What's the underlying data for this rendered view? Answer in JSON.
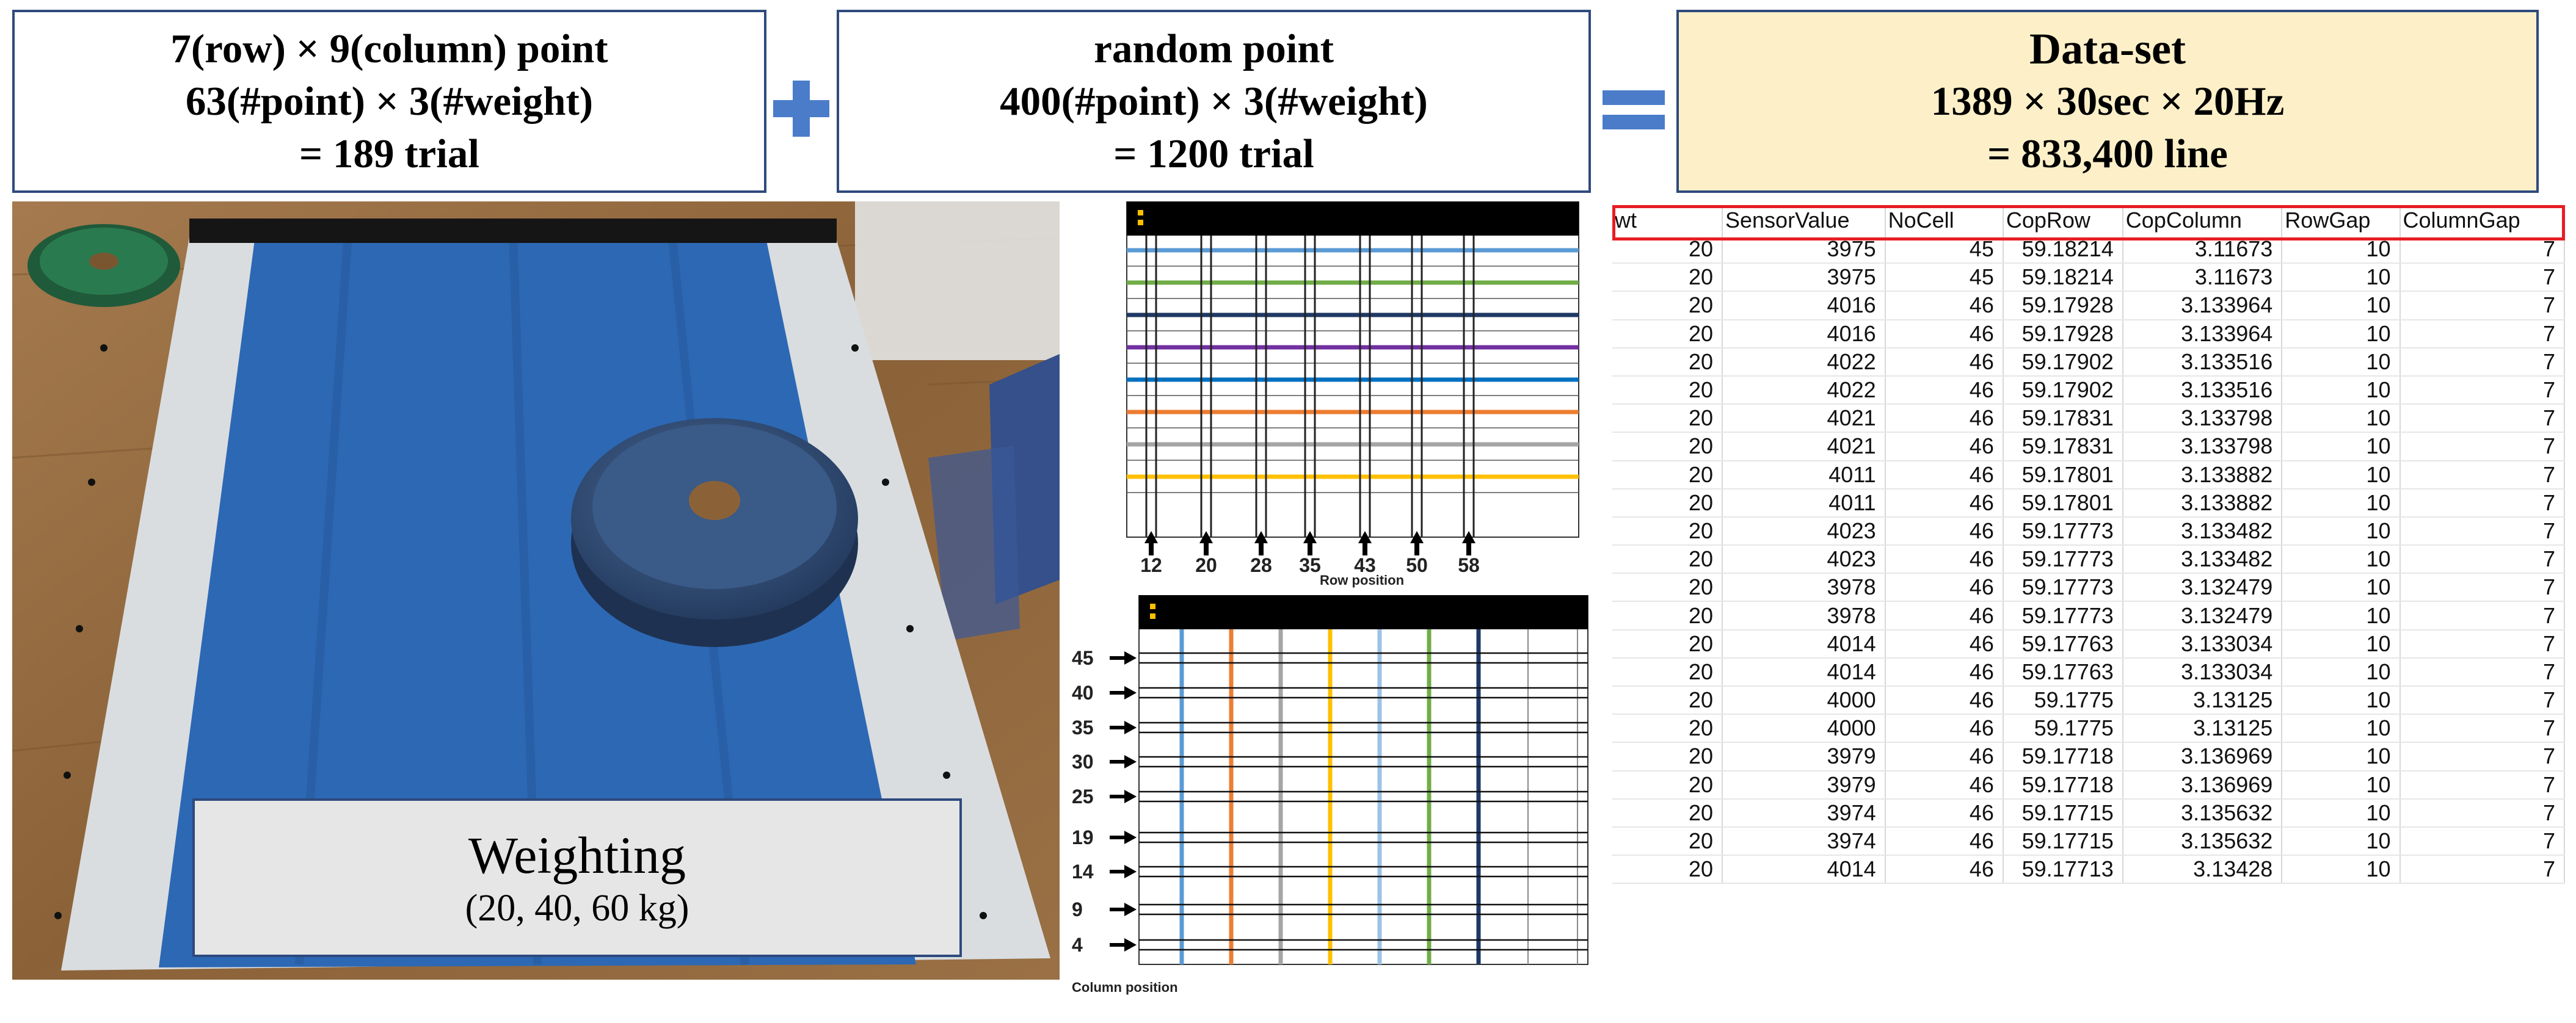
{
  "box_a": {
    "line1": "7(row) × 9(column) point",
    "line2": "63(#point) × 3(#weight)",
    "line3": "= 189 trial"
  },
  "box_b": {
    "line1": "random point",
    "line2": "400(#point) × 3(#weight)",
    "line3": "= 1200 trial"
  },
  "box_c": {
    "line1": "Data-set",
    "line2": "1389 × 30sec × 20Hz",
    "line3": "= 833,400 line"
  },
  "photo": {
    "label_title": "Weighting",
    "label_values": "(20, 40, 60 kg)"
  },
  "row_chart": {
    "positions": [
      "12",
      "20",
      "28",
      "35",
      "43",
      "50",
      "58"
    ],
    "axis_label": "Row position",
    "line_colors": [
      "#5b9bd5",
      "#70ad47",
      "#1f3864",
      "#7030a0",
      "#0070c0",
      "#ed7d31",
      "#a5a5a5",
      "#ffc000"
    ]
  },
  "column_chart": {
    "positions": [
      "45",
      "40",
      "35",
      "30",
      "25",
      "19",
      "14",
      "9",
      "4"
    ],
    "axis_label": "Column position",
    "line_colors": [
      "#5b9bd5",
      "#ed7d31",
      "#a5a5a5",
      "#ffc000",
      "#9dc3e6",
      "#70ad47",
      "#1f3864"
    ]
  },
  "table": {
    "columns": [
      "wt",
      "SensorValue",
      "NoCell",
      "CopRow",
      "CopColumn",
      "RowGap",
      "ColumnGap"
    ],
    "rows": [
      [
        "20",
        "3975",
        "45",
        "59.18214",
        "3.11673",
        "10",
        "7"
      ],
      [
        "20",
        "3975",
        "45",
        "59.18214",
        "3.11673",
        "10",
        "7"
      ],
      [
        "20",
        "4016",
        "46",
        "59.17928",
        "3.133964",
        "10",
        "7"
      ],
      [
        "20",
        "4016",
        "46",
        "59.17928",
        "3.133964",
        "10",
        "7"
      ],
      [
        "20",
        "4022",
        "46",
        "59.17902",
        "3.133516",
        "10",
        "7"
      ],
      [
        "20",
        "4022",
        "46",
        "59.17902",
        "3.133516",
        "10",
        "7"
      ],
      [
        "20",
        "4021",
        "46",
        "59.17831",
        "3.133798",
        "10",
        "7"
      ],
      [
        "20",
        "4021",
        "46",
        "59.17831",
        "3.133798",
        "10",
        "7"
      ],
      [
        "20",
        "4011",
        "46",
        "59.17801",
        "3.133882",
        "10",
        "7"
      ],
      [
        "20",
        "4011",
        "46",
        "59.17801",
        "3.133882",
        "10",
        "7"
      ],
      [
        "20",
        "4023",
        "46",
        "59.17773",
        "3.133482",
        "10",
        "7"
      ],
      [
        "20",
        "4023",
        "46",
        "59.17773",
        "3.133482",
        "10",
        "7"
      ],
      [
        "20",
        "3978",
        "46",
        "59.17773",
        "3.132479",
        "10",
        "7"
      ],
      [
        "20",
        "3978",
        "46",
        "59.17773",
        "3.132479",
        "10",
        "7"
      ],
      [
        "20",
        "4014",
        "46",
        "59.17763",
        "3.133034",
        "10",
        "7"
      ],
      [
        "20",
        "4014",
        "46",
        "59.17763",
        "3.133034",
        "10",
        "7"
      ],
      [
        "20",
        "4000",
        "46",
        "59.1775",
        "3.13125",
        "10",
        "7"
      ],
      [
        "20",
        "4000",
        "46",
        "59.1775",
        "3.13125",
        "10",
        "7"
      ],
      [
        "20",
        "3979",
        "46",
        "59.17718",
        "3.136969",
        "10",
        "7"
      ],
      [
        "20",
        "3979",
        "46",
        "59.17718",
        "3.136969",
        "10",
        "7"
      ],
      [
        "20",
        "3974",
        "46",
        "59.17715",
        "3.135632",
        "10",
        "7"
      ],
      [
        "20",
        "3974",
        "46",
        "59.17715",
        "3.135632",
        "10",
        "7"
      ],
      [
        "20",
        "4014",
        "46",
        "59.17713",
        "3.13428",
        "10",
        "7"
      ]
    ]
  }
}
